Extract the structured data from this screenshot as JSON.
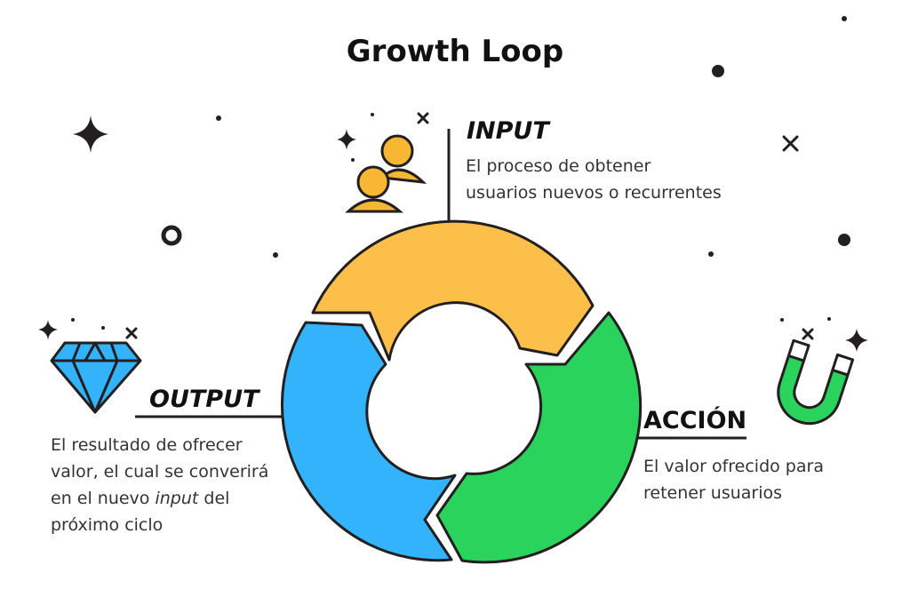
{
  "title": "Growth Loop",
  "input": {
    "heading": "INPUT",
    "line1": "El proceso de obtener",
    "line2": "usuarios nuevos o recurrentes"
  },
  "action": {
    "heading": "ACCIÓN",
    "line1": "El valor ofrecido para",
    "line2": "retener usuarios"
  },
  "output": {
    "heading": "OUTPUT",
    "line1": "El resultado de ofrecer",
    "line2": "valor, el cual se converirá",
    "line3_before": "en el nuevo ",
    "line3_emph": "input",
    "line3_after": " del",
    "line4": "próximo ciclo"
  },
  "icons": [
    "users-icon",
    "diamond-icon",
    "magnet-icon",
    "sparkle-icon",
    "star-icon",
    "cross-icon",
    "ring-icon"
  ],
  "colors": {
    "input_segment": "#FCC04A",
    "action_segment": "#2AD35B",
    "output_segment": "#33B3FB",
    "outline": "#231F20",
    "users_icon": "#F7B733",
    "diamond_icon": "#33B3FB",
    "magnet_icon": "#2AD35B"
  }
}
